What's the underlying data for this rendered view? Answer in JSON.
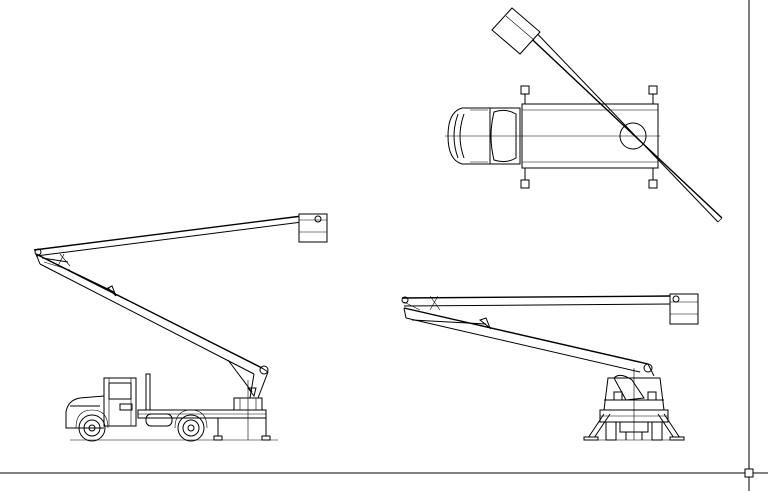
{
  "drawing": {
    "background_color": "#ffffff",
    "line_color": "#000000",
    "views": [
      {
        "id": "plan-view",
        "description_visible": false
      },
      {
        "id": "side-view-truck",
        "description_visible": false
      },
      {
        "id": "rear-view-truck",
        "description_visible": false
      }
    ]
  }
}
